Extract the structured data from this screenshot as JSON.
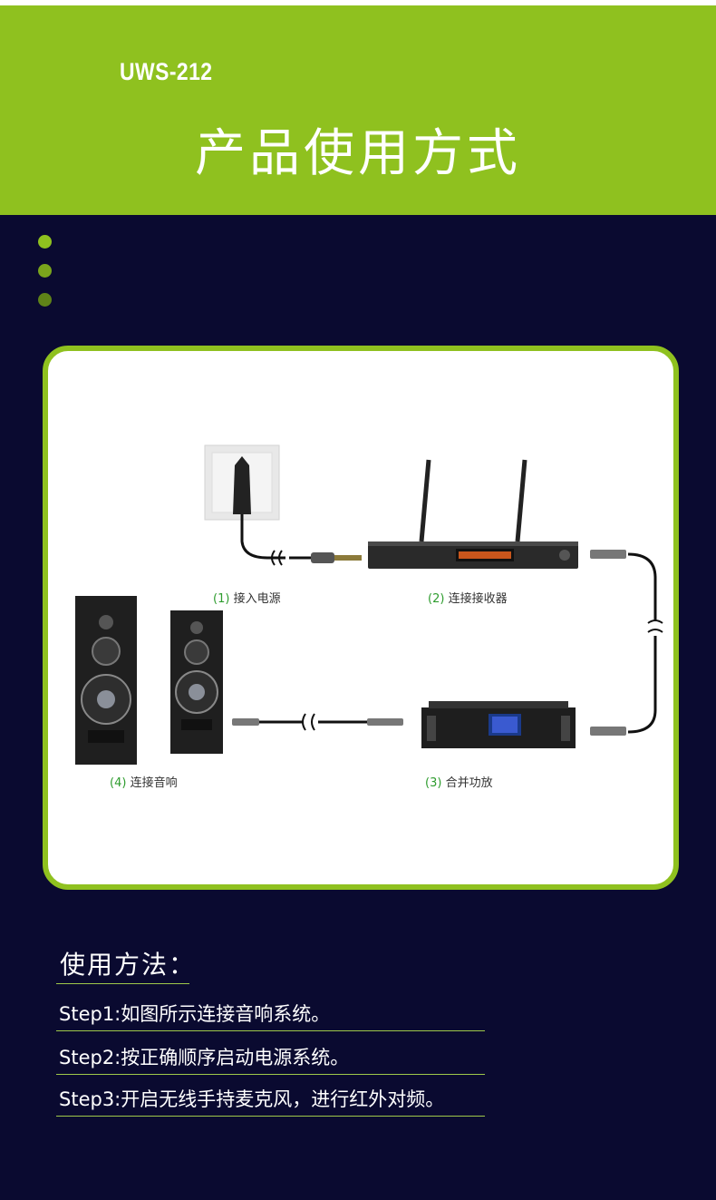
{
  "header": {
    "model": "UWS-212",
    "title": "产品使用方式"
  },
  "colors": {
    "accent": "#8fc11f",
    "background": "#0a0a30",
    "label_number": "#2e9c2e"
  },
  "diagram": {
    "labels": [
      {
        "num": "(1)",
        "text": "接入电源"
      },
      {
        "num": "(2)",
        "text": "连接接收器"
      },
      {
        "num": "(3)",
        "text": "合并功放"
      },
      {
        "num": "(4)",
        "text": "连接音响"
      }
    ]
  },
  "usage": {
    "title": "使用方法：",
    "steps": [
      "Step1:如图所示连接音响系统。",
      "Step2:按正确顺序启动电源系统。",
      "Step3:开启无线手持麦克风，进行红外对频。"
    ]
  }
}
